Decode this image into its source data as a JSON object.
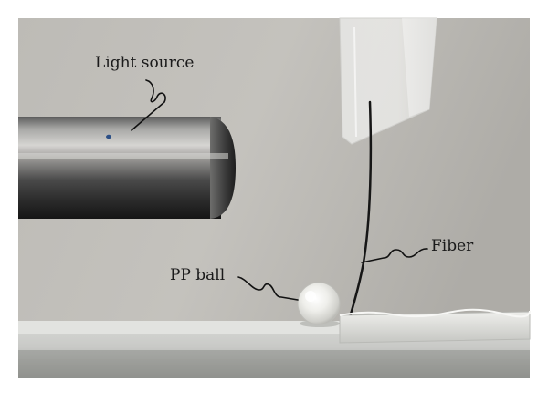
{
  "figure": {
    "labels": {
      "light_source": "Light source",
      "fiber": "Fiber",
      "pp_ball": "PP ball"
    }
  }
}
